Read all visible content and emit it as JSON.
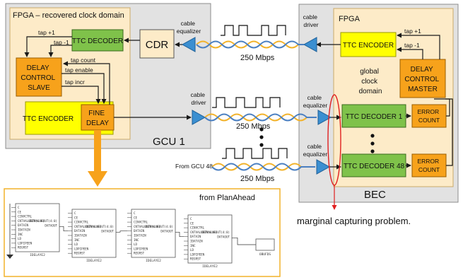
{
  "colors": {
    "panel_gray": "#e2e2e2",
    "fpga_fill": "#fdebc8",
    "orange_block": "#f7a21b",
    "green_block": "#7fc24a",
    "yellow_block": "#ffff00",
    "equalizer_blue": "#3b8fd1",
    "signal_gold": "#f2b22a",
    "signal_blue": "#4a7fc1",
    "red_marker": "#e02020"
  },
  "gcu": {
    "fpga_title": "FPGA – recovered clock domain",
    "panel_label": "GCU 1",
    "ttc_decoder": "TTC DECODER",
    "cdr": "CDR",
    "delay_control_slave": [
      "DELAY",
      "CONTROL",
      "SLAVE"
    ],
    "ttc_encoder": "TTC ENCODER",
    "fine_delay": [
      "FINE",
      "DELAY"
    ],
    "tap_plus": "tap +1",
    "tap_minus": "tap -1",
    "tap_count": "tap count",
    "tap_enable": "tap enable",
    "tap_incr": "tap incr"
  },
  "links": {
    "cable_equalizer": [
      "cable",
      "equalizer"
    ],
    "cable_driver": [
      "cable",
      "driver"
    ],
    "rate": "250 Mbps",
    "from_gcu48": "From GCU 48"
  },
  "bec": {
    "panel_label": "BEC",
    "fpga_title": "FPGA",
    "ttc_encoder": "TTC ENCODER",
    "tap_plus": "tap +1",
    "tap_minus": "tap -1",
    "global_clock_domain": [
      "global",
      "clock",
      "domain"
    ],
    "delay_control_master": [
      "DELAY",
      "CONTROL",
      "MASTER"
    ],
    "decoder_1": "TTC DECODER 1",
    "decoder_48": "TTC DECODER 48",
    "error_count": [
      "ERROR",
      "COUNT"
    ]
  },
  "annotation": "marginal capturing problem.",
  "planahead": {
    "title": "from PlanAhead",
    "block_label": "IDELAYE2",
    "obuf_label": "OBUFDS",
    "ports": [
      "C",
      "CE",
      "CINVCTRL",
      "CNTVALUEIN(4:0)",
      "DATAIN",
      "IDATAIN",
      "INC",
      "LD",
      "LDPIPEEN",
      "REGRST"
    ],
    "out_ports": [
      "CNTVALUEOUT(4:0)",
      "DATAOUT"
    ]
  }
}
